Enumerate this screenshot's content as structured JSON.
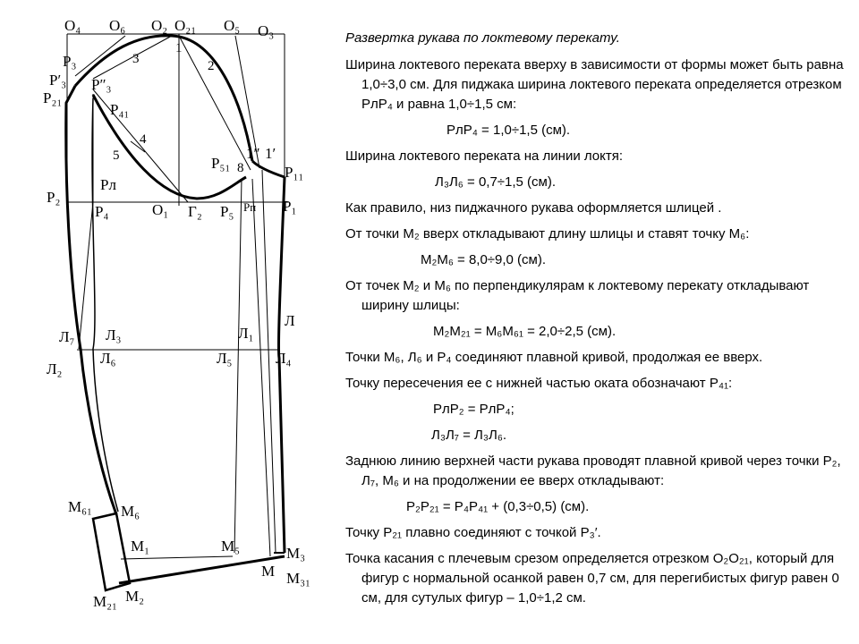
{
  "labels": {
    "O4": "O₄",
    "O6": "O₆",
    "O2": "O₂",
    "O21": "O₂₁",
    "O5": "O₅",
    "O3": "O₃",
    "num1": "1",
    "num2": "2",
    "num3": "3",
    "num4": "4",
    "num5": "5",
    "num8": "8",
    "P3": "P₃",
    "P3prime": "P′₃",
    "P3dprime": "P″₃",
    "P21": "P₂₁",
    "P41": "P₄₁",
    "P51": "P₅₁",
    "P11": "P₁₁",
    "one_dprime": "1″",
    "one_prime": "1′",
    "P2": "P₂",
    "Pl": "Pл",
    "P4": "P₄",
    "O1": "O₁",
    "G2": "Г₂",
    "P5": "P₅",
    "Pp": "Pп",
    "P1": "P₁",
    "L7": "Л₇",
    "L3": "Л₃",
    "L2": "Л₂",
    "L6": "Л₆",
    "L1": "Л₁",
    "L": "Л",
    "L5": "Л₅",
    "L4": "Л₄",
    "M61": "M₆₁",
    "M6": "M₆",
    "M1": "M₁",
    "M5": "M₅",
    "M3": "M₃",
    "M": "M",
    "M31": "M₃₁",
    "M21": "M₂₁",
    "M2": "M₂"
  },
  "text": {
    "title": "Развертка рукава по локтевому перекату.",
    "p1": "Ширина локтевого переката вверху в зависимости от формы может быть равна 1,0÷3,0 см. Для пиджака ширина локтевого переката определяется отрезком РлР₄ и равна 1,0÷1,5 см:",
    "f1": "РлР₄ = 1,0÷1,5 (см).",
    "p2": "Ширина локтевого переката на линии локтя:",
    "f2": "Л₃Л₆ = 0,7÷1,5 (см).",
    "p3": "Как правило, низ пиджачного рукава оформляется шлицей .",
    "p4": "От точки М₂ вверх откладывают длину шлицы и ставят точку М₆:",
    "f3": "М₂М₆ = 8,0÷9,0 (см).",
    "p5": "От точек М₂ и М₆ по перпендикулярам к локтевому перекату откладывают ширину шлицы:",
    "f4": "М₂М₂₁ = М₆М₆₁ = 2,0÷2,5 (см).",
    "p6": "Точки М₆, Л₆ и Р₄ соединяют плавной кривой, продолжая ее вверх.",
    "p7": "Точку пересечения ее с нижней частью оката обозначают Р₄₁:",
    "f5": "РлР₂ = РлР₄;",
    "f6": "Л₃Л₇ = Л₃Л₆.",
    "p8": "Заднюю линию верхней части рукава проводят плавной кривой через точки Р₂, Л₇, М₆ и на продолжении ее вверх откладывают:",
    "f7": "Р₂Р₂₁ = Р₄Р₄₁ + (0,3÷0,5) (см).",
    "p9": "Точку Р₂₁ плавно соединяют с точкой Р₃′.",
    "p10": "Точка касания с плечевым срезом определяется отрезком О₂О₂₁, который для фигур с нормальной осанкой равен 0,7 см, для перегибистых фигур равен 0 см, для сутулых фигур – 1,0÷1,2 см."
  }
}
